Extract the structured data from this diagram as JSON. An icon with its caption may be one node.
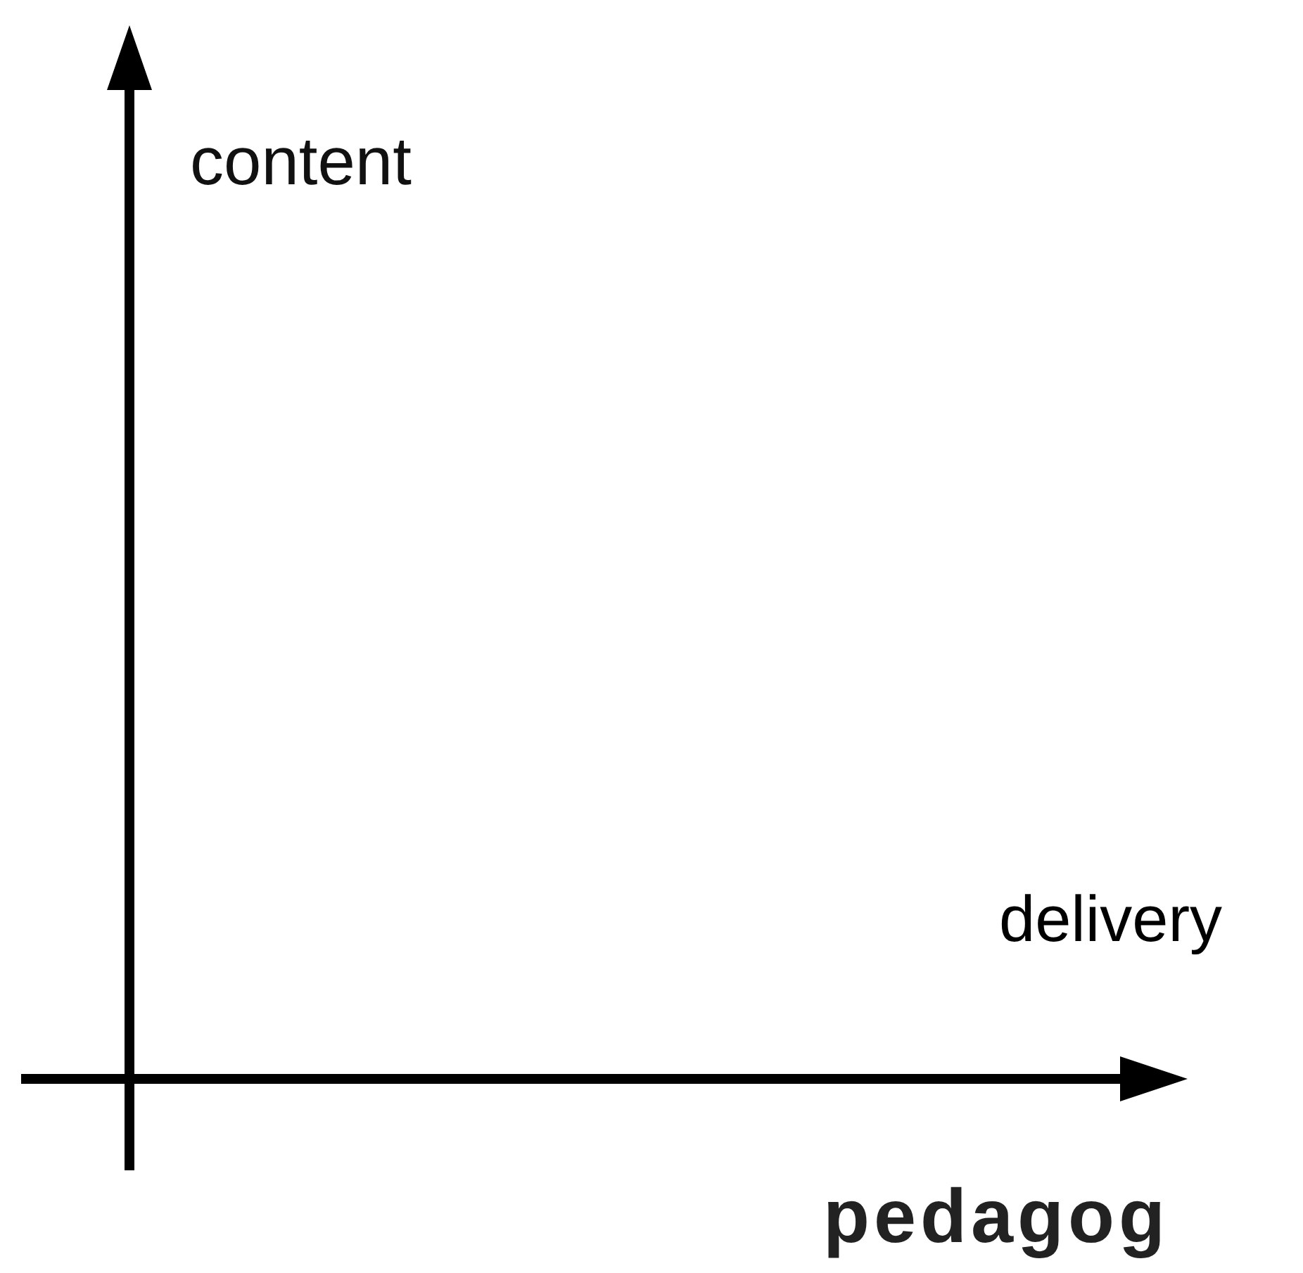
{
  "diagram": {
    "labels": [
      "content",
      "delivery",
      "pedagog"
    ]
  }
}
